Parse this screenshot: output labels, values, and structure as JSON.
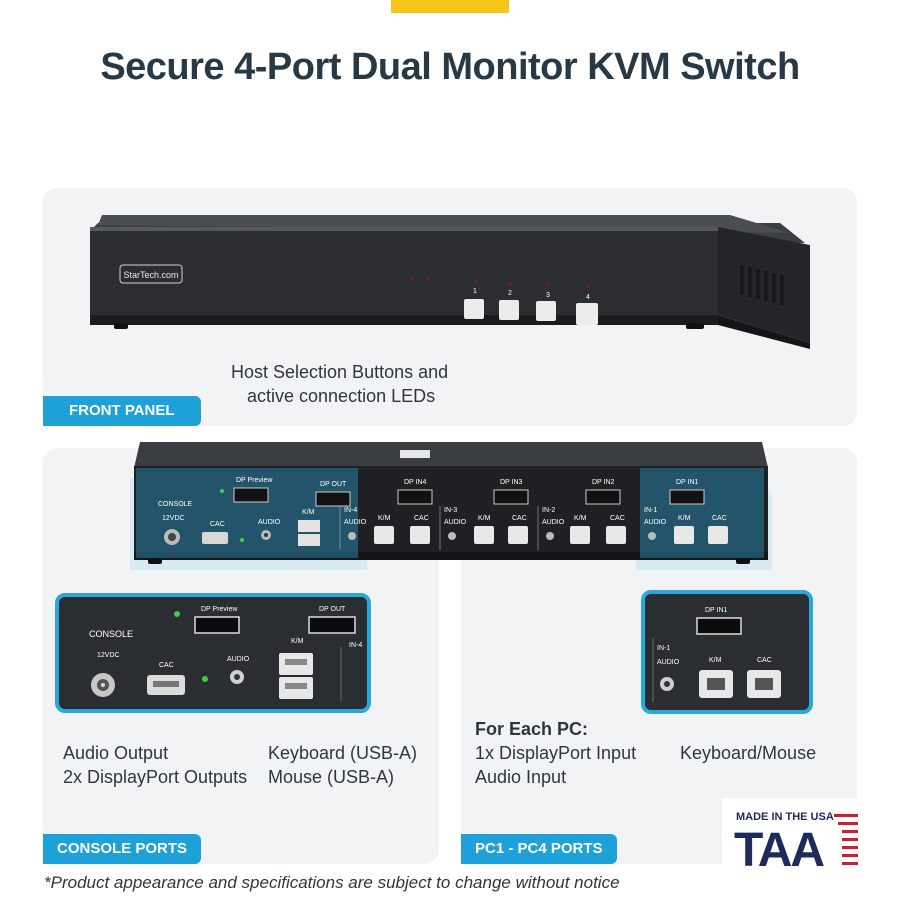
{
  "title": "Secure 4-Port Dual Monitor KVM Switch",
  "front_panel": {
    "tag": "FRONT PANEL",
    "caption_line1": "Host Selection Buttons and",
    "caption_line2": "active connection LEDs",
    "brand": "StarTech.com",
    "buttons": [
      "1",
      "2",
      "3",
      "4"
    ]
  },
  "rear_panel": {
    "console_label": "CONSOLE",
    "power_label": "12VDC",
    "cac_label": "CAC",
    "audio_label": "AUDIO",
    "dp_preview_label": "DP Preview",
    "dp_out_label": "DP OUT",
    "km_label": "K/M",
    "inputs": [
      {
        "in": "IN-4",
        "dp": "DP IN4"
      },
      {
        "in": "IN-3",
        "dp": "DP IN3"
      },
      {
        "in": "IN-2",
        "dp": "DP IN2"
      },
      {
        "in": "IN-1",
        "dp": "DP IN1"
      }
    ]
  },
  "console_ports": {
    "tag": "CONSOLE PORTS",
    "col1_line1": "Audio Output",
    "col1_line2": "2x DisplayPort Outputs",
    "col2_line1": "Keyboard (USB-A)",
    "col2_line2": "Mouse (USB-A)"
  },
  "pc_ports": {
    "tag": "PC1 - PC4 PORTS",
    "heading": "For Each PC:",
    "line1": "1x DisplayPort Input",
    "line2": "Audio Input",
    "col2_line1": "Keyboard/Mouse"
  },
  "badge": {
    "made_in": "MADE IN THE USA",
    "mark": "TAA"
  },
  "footnote": "*Product appearance and specifications are subject to change without notice",
  "colors": {
    "accent_yellow": "#f5c519",
    "tag_blue": "#1ea1d8",
    "title_navy": "#283845",
    "taa_navy": "#1f2a5c",
    "taa_red": "#c8202f"
  }
}
